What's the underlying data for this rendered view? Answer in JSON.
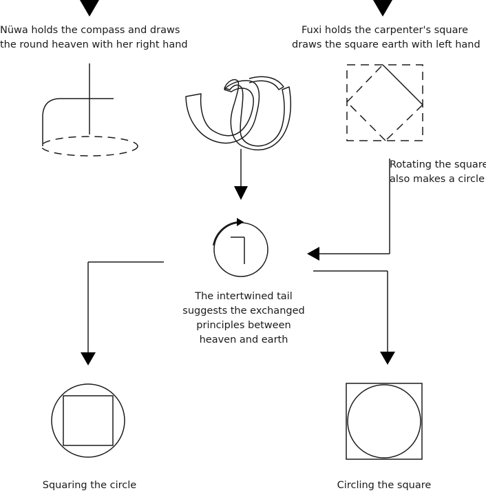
{
  "labels": {
    "nuwa": [
      "Nüwa holds the compass and draws",
      "the round heaven with her right hand"
    ],
    "fuxi": [
      "Fuxi holds the carpenter's square",
      "draws the square earth with left hand"
    ],
    "rotate": [
      "Rotating the square",
      "also makes a circle"
    ],
    "tail": [
      "The intertwined tail",
      "suggests the exchanged",
      "principles between",
      "heaven and earth"
    ],
    "squaring": "Squaring the circle",
    "circling": "Circling the square"
  },
  "colors": {
    "stroke": "#1a1a1a",
    "background": "#ffffff"
  }
}
